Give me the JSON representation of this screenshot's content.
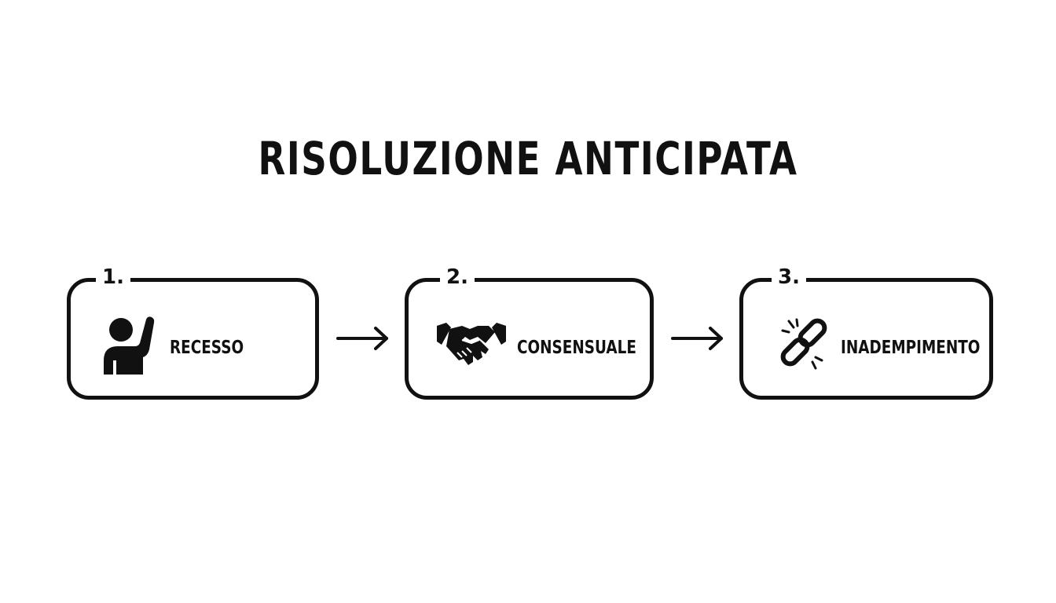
{
  "title": "RISOLUZIONE ANTICIPATA",
  "steps": [
    {
      "number": "1.",
      "label": "RECESSO",
      "icon": "raised-hand-person-icon"
    },
    {
      "number": "2.",
      "label": "CONSENSUALE",
      "icon": "handshake-icon"
    },
    {
      "number": "3.",
      "label": "INADEMPIMENTO",
      "icon": "broken-chain-link-icon"
    }
  ],
  "colors": {
    "ink": "#111111",
    "background": "#ffffff"
  }
}
